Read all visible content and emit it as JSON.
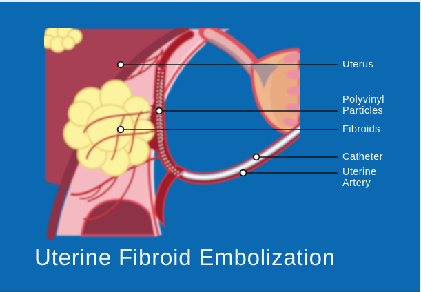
{
  "title": "Uterine Fibroid Embolization",
  "labels": [
    {
      "id": "uterus",
      "text": "Uterus"
    },
    {
      "id": "polyvinyl-particles",
      "text": "Polyvinyl Particles"
    },
    {
      "id": "fibroids",
      "text": "Fibroids"
    },
    {
      "id": "catheter",
      "text": "Catheter"
    },
    {
      "id": "uterine-artery",
      "text": "Uterine Artery"
    }
  ],
  "palette": {
    "page_bg": "#0b69b1",
    "frame_light": "#e8eef3",
    "frame_dark": "#42505c",
    "title_text": "#f2f7fb",
    "label_text": "#f2f6fa",
    "leader_line": "#161616",
    "maroon": "#a84055",
    "maroon_dark": "#8d3047",
    "uterus_pink": "#f5b9c2",
    "uterus_inner": "#fbdbe0",
    "outline_red": "#e0505f",
    "vessel_red": "#c93038",
    "artery_dark": "#a01f2b",
    "artery_rim": "#dd3b49",
    "fibroid_yellow": "#fcf3a0",
    "fibroid_outline": "#ecd27a",
    "ovary_peach": "#f0b68c",
    "ovary_shade": "#e6a57e",
    "fimbria_pink": "#ee8fa0",
    "tube_pink": "#e9b0ae",
    "tube_shadow": "#a08d98",
    "catheter_core": "#f2f7fa",
    "catheter_rim": "#9fbdd4",
    "particle_white": "#ffffff"
  }
}
